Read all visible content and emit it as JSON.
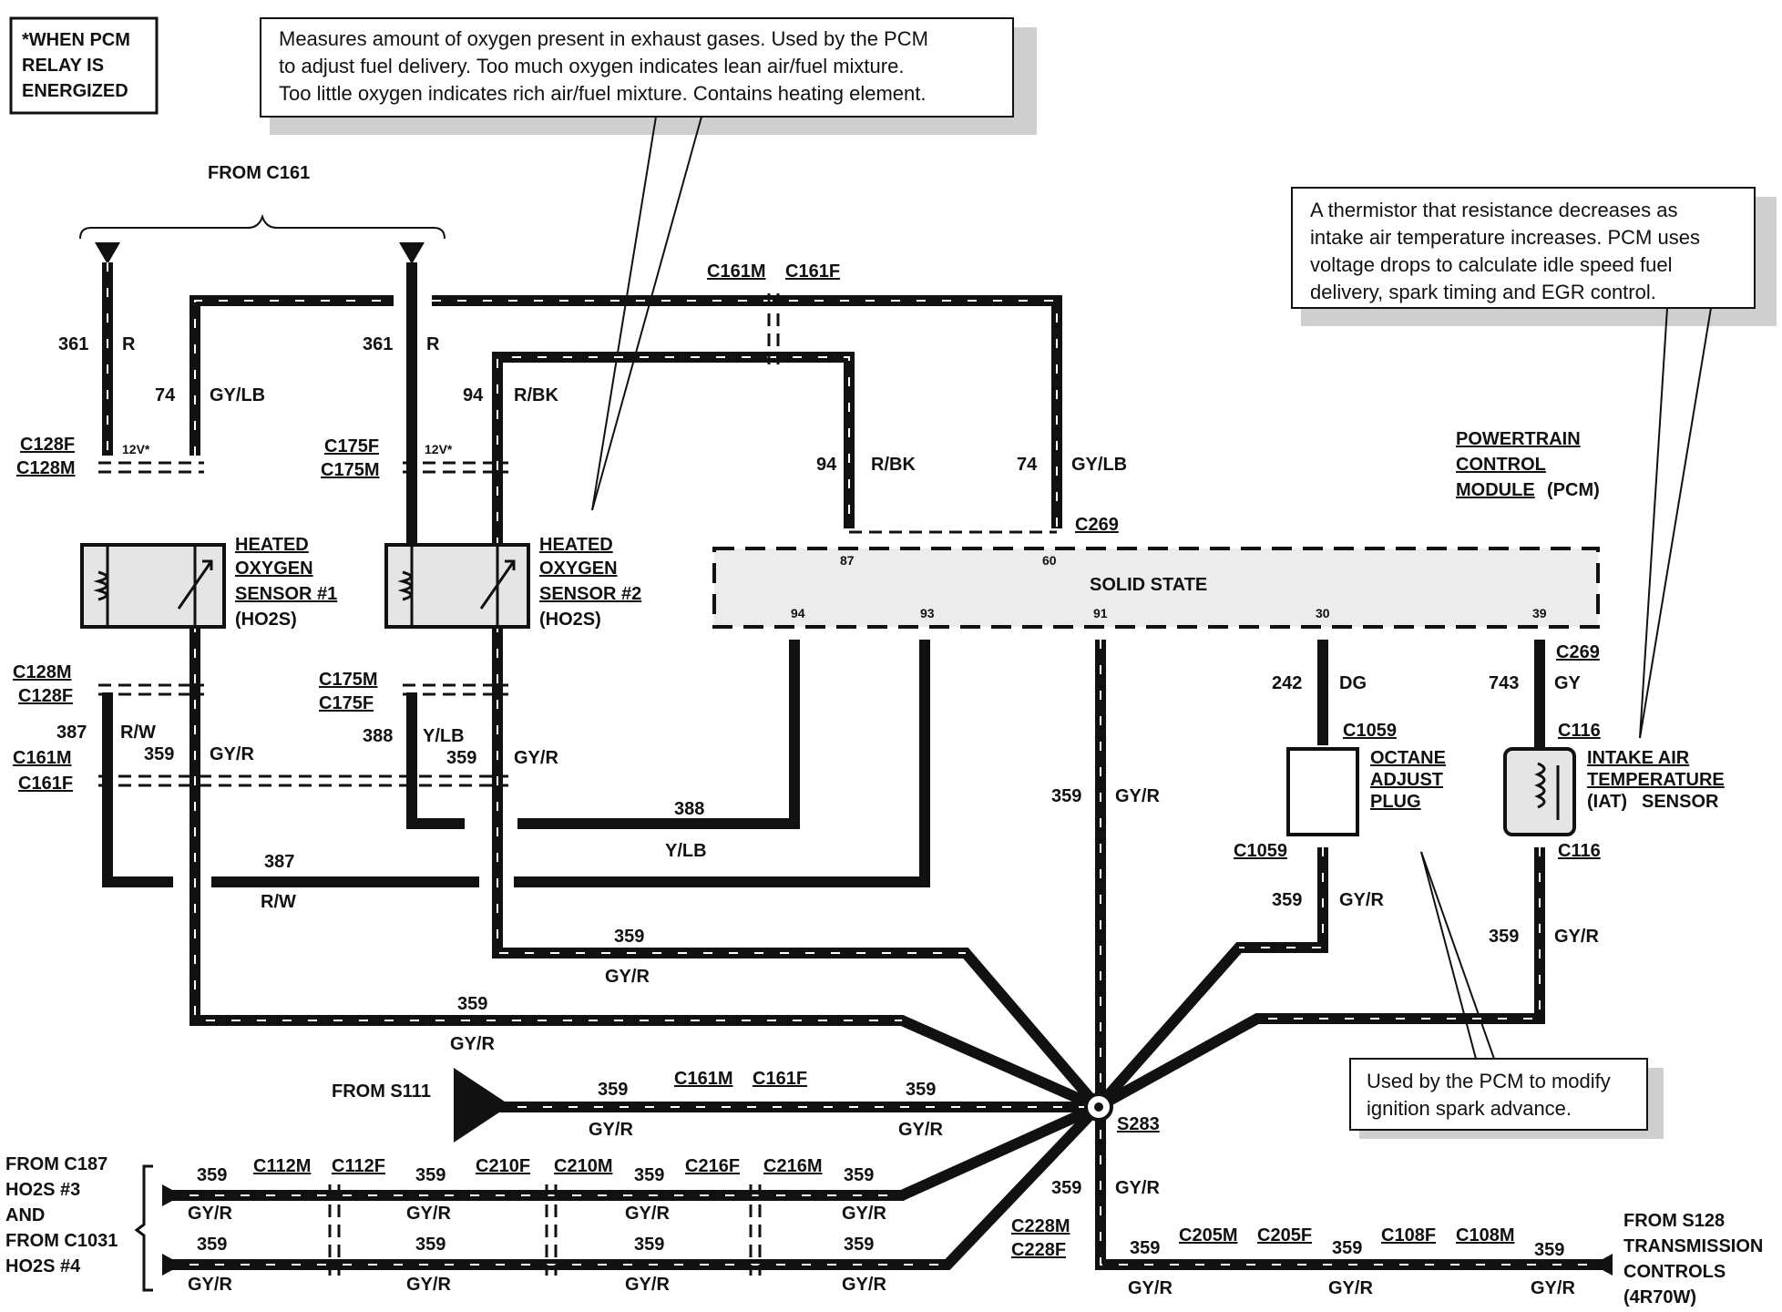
{
  "relay_note": [
    "*WHEN PCM",
    "RELAY IS",
    "ENERGIZED"
  ],
  "callouts": {
    "oxygen": [
      "Measures amount of oxygen present in exhaust gases.  Used by the PCM",
      "to adjust fuel delivery.  Too much oxygen indicates lean air/fuel mixture.",
      "Too little oxygen indicates rich air/fuel mixture.  Contains heating element."
    ],
    "thermistor": [
      "A thermistor that resistance decreases as",
      "intake air temperature increases.  PCM uses",
      "voltage drops to calculate idle speed fuel",
      "delivery, spark timing and EGR control."
    ],
    "spark": [
      "Used by the PCM to modify",
      "ignition spark advance."
    ]
  },
  "from_c161": "FROM C161",
  "circuits": {
    "c361": "361",
    "c74": "74",
    "c94": "94",
    "c387": "387",
    "c388": "388",
    "c359": "359",
    "c242": "242",
    "c743": "743"
  },
  "colors": {
    "R": "R",
    "GYLB": "GY/LB",
    "RBK": "R/BK",
    "RW": "R/W",
    "YLB": "Y/LB",
    "GYR": "GY/R",
    "DG": "DG",
    "GY": "GY"
  },
  "connectors": {
    "C128F": "C128F",
    "C128M": "C128M",
    "C175F": "C175F",
    "C175M": "C175M",
    "C161M": "C161M",
    "C161F": "C161F",
    "C269": "C269",
    "C1059": "C1059",
    "C116": "C116",
    "C112M": "C112M",
    "C112F": "C112F",
    "C210F": "C210F",
    "C210M": "C210M",
    "C216F": "C216F",
    "C216M": "C216M",
    "C228M": "C228M",
    "C228F": "C228F",
    "C205M": "C205M",
    "C205F": "C205F",
    "C108F": "C108F",
    "C108M": "C108M",
    "S283": "S283"
  },
  "v12": "12V*",
  "sensor1": {
    "name": [
      "HEATED",
      "OXYGEN",
      "SENSOR #1"
    ],
    "abbr": "(HO2S)"
  },
  "sensor2": {
    "name": [
      "HEATED",
      "OXYGEN",
      "SENSOR #2"
    ],
    "abbr": "(HO2S)"
  },
  "pcm": {
    "name": [
      "POWERTRAIN",
      "CONTROL",
      "MODULE"
    ],
    "abbr": "(PCM)",
    "state": "SOLID STATE",
    "pins": [
      "87",
      "60",
      "94",
      "93",
      "91",
      "30",
      "39"
    ]
  },
  "octane": [
    "OCTANE",
    "ADJUST",
    "PLUG"
  ],
  "iat": {
    "name": [
      "INTAKE AIR",
      "TEMPERATURE"
    ],
    "abbr": "(IAT)",
    "tail": "SENSOR"
  },
  "from_s111": "FROM S111",
  "f_mark": "F",
  "from_c187": [
    "FROM C187",
    "HO2S #3",
    "AND",
    "FROM C1031",
    "HO2S #4"
  ],
  "from_s128": [
    "FROM S128",
    "TRANSMISSION",
    "CONTROLS",
    "(4R70W)"
  ]
}
